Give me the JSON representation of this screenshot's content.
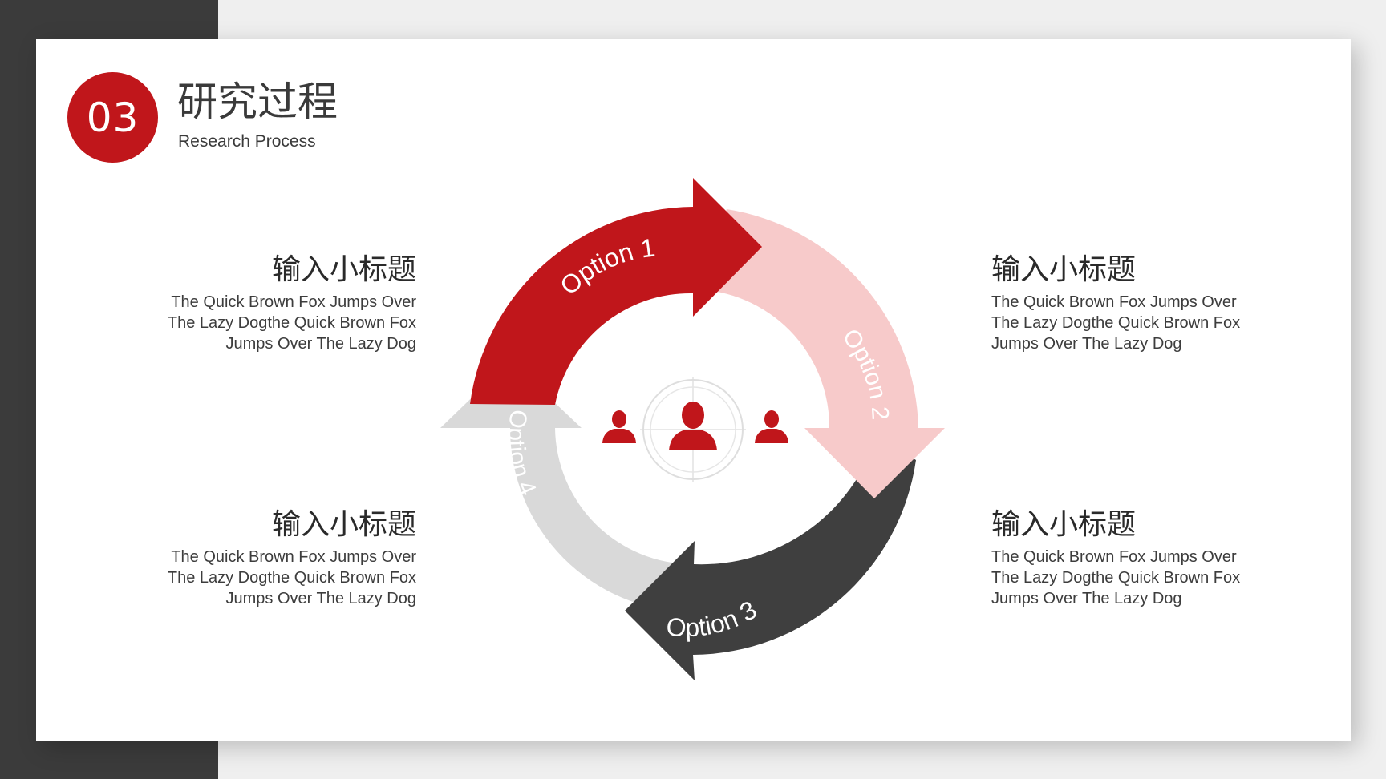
{
  "section": {
    "number": "03",
    "title": "研究过程",
    "subtitle": "Research Process"
  },
  "blocks": [
    {
      "heading": "输入小标题",
      "lines": [
        "The Quick Brown Fox Jumps Over",
        "The Lazy Dogthe Quick Brown Fox",
        "Jumps Over The Lazy Dog"
      ]
    },
    {
      "heading": "输入小标题",
      "lines": [
        "The Quick Brown Fox Jumps Over",
        "The Lazy Dogthe Quick Brown Fox",
        "Jumps Over The Lazy Dog"
      ]
    },
    {
      "heading": "输入小标题",
      "lines": [
        "The Quick Brown Fox Jumps Over",
        "The Lazy Dogthe Quick Brown Fox",
        "Jumps Over The Lazy Dog"
      ]
    },
    {
      "heading": "输入小标题",
      "lines": [
        "The Quick Brown Fox Jumps Over",
        "The Lazy Dogthe Quick Brown Fox",
        "Jumps Over The Lazy Dog"
      ]
    }
  ],
  "cycle": {
    "options": [
      {
        "label": "Option 1",
        "color": "#c0161b",
        "text_color": "#ffffff"
      },
      {
        "label": "Option 2",
        "color": "#f7caca",
        "text_color": "#ffffff"
      },
      {
        "label": "Option 3",
        "color": "#3f3f3f",
        "text_color": "#ffffff"
      },
      {
        "label": "Option 4",
        "color": "#d9d9d9",
        "text_color": "#ffffff"
      }
    ],
    "center_icon": "people-target-icon"
  },
  "colors": {
    "accent": "#c0161b",
    "dark": "#3b3b3b"
  }
}
